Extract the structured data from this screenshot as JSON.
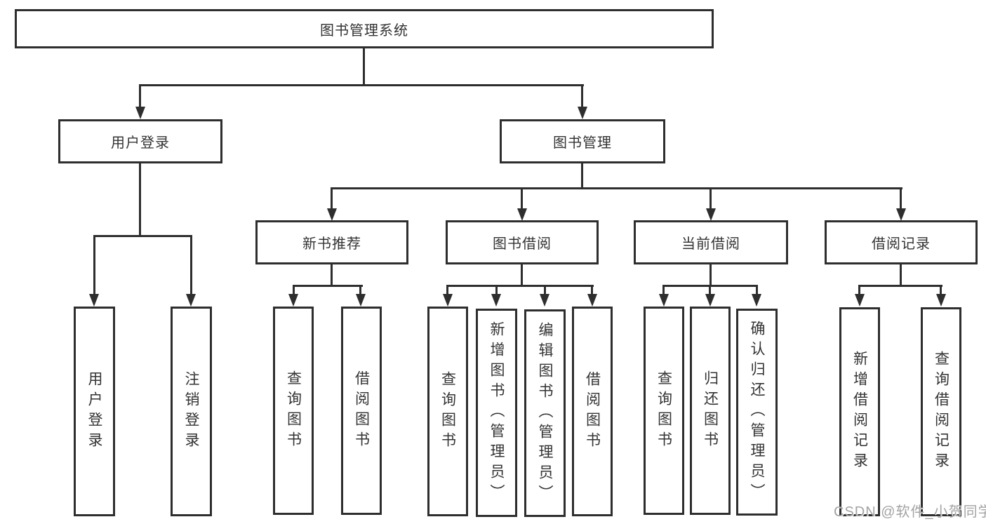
{
  "diagram": {
    "tree": {
      "root": {
        "label": "图书管理系统"
      },
      "branches": [
        {
          "label": "用户登录",
          "children": [
            {
              "label": "用户登录"
            },
            {
              "label": "注销登录"
            }
          ]
        },
        {
          "label": "图书管理",
          "children": [
            {
              "label": "新书推荐",
              "children": [
                {
                  "label": "查询图书"
                },
                {
                  "label": "借阅图书"
                }
              ]
            },
            {
              "label": "图书借阅",
              "children": [
                {
                  "label": "查询图书"
                },
                {
                  "label": "新增图书（管理员）"
                },
                {
                  "label": "编辑图书（管理员）"
                },
                {
                  "label": "借阅图书"
                }
              ]
            },
            {
              "label": "当前借阅",
              "children": [
                {
                  "label": "查询图书"
                },
                {
                  "label": "归还图书"
                },
                {
                  "label": "确认归还（管理员）"
                }
              ]
            },
            {
              "label": "借阅记录",
              "children": [
                {
                  "label": "新增借阅记录"
                },
                {
                  "label": "查询借阅记录"
                }
              ]
            }
          ]
        }
      ]
    },
    "watermark": "CSDN @软件_小贺同学"
  }
}
